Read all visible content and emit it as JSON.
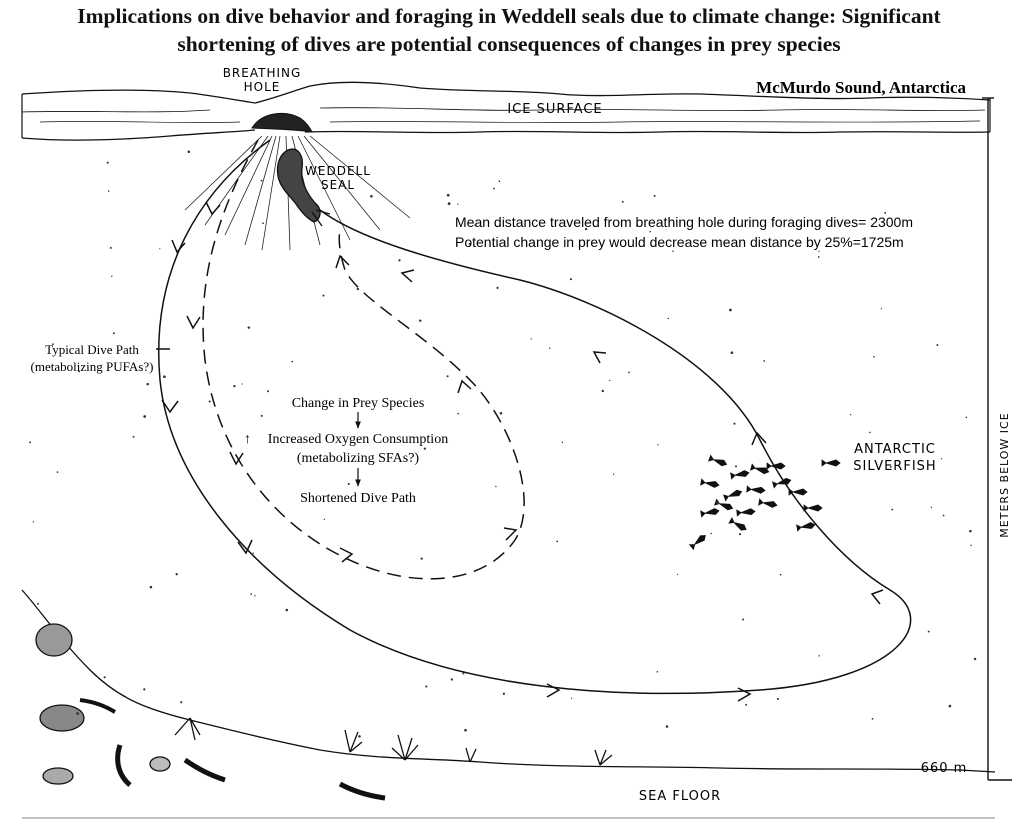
{
  "title": {
    "line1": "Implications on dive behavior and foraging in Weddell seals due to climate change: Significant",
    "line2": "shortening of dives are potential consequences of changes in prey species"
  },
  "location": "McMurdo Sound, Antarctica",
  "labels": {
    "breathing_hole_1": "BREATHING",
    "breathing_hole_2": "HOLE",
    "ice_surface": "ICE SURFACE",
    "weddell_1": "WEDDELL",
    "weddell_2": "SEAL",
    "silverfish_1": "ANTARCTIC",
    "silverfish_2": "SILVERFISH",
    "sea_floor": "SEA FLOOR",
    "depth_axis": "METERS BELOW ICE",
    "depth_value": "660 m"
  },
  "notes": {
    "distance_1": "Mean distance traveled from breathing hole during foraging dives= 2300m",
    "distance_2": "Potential change in prey would decrease mean distance by 25%=1725m"
  },
  "typical_path": {
    "line1": "Typical Dive Path",
    "line2": "(metabolizing PUFAs?)"
  },
  "flow": {
    "step1": "Change in Prey Species",
    "step2_arrow": "↑",
    "step2": "Increased Oxygen Consumption",
    "step2b": "(metabolizing SFAs?)",
    "step3": "Shortened Dive Path"
  },
  "colors": {
    "ink": "#111111",
    "background": "#ffffff"
  }
}
